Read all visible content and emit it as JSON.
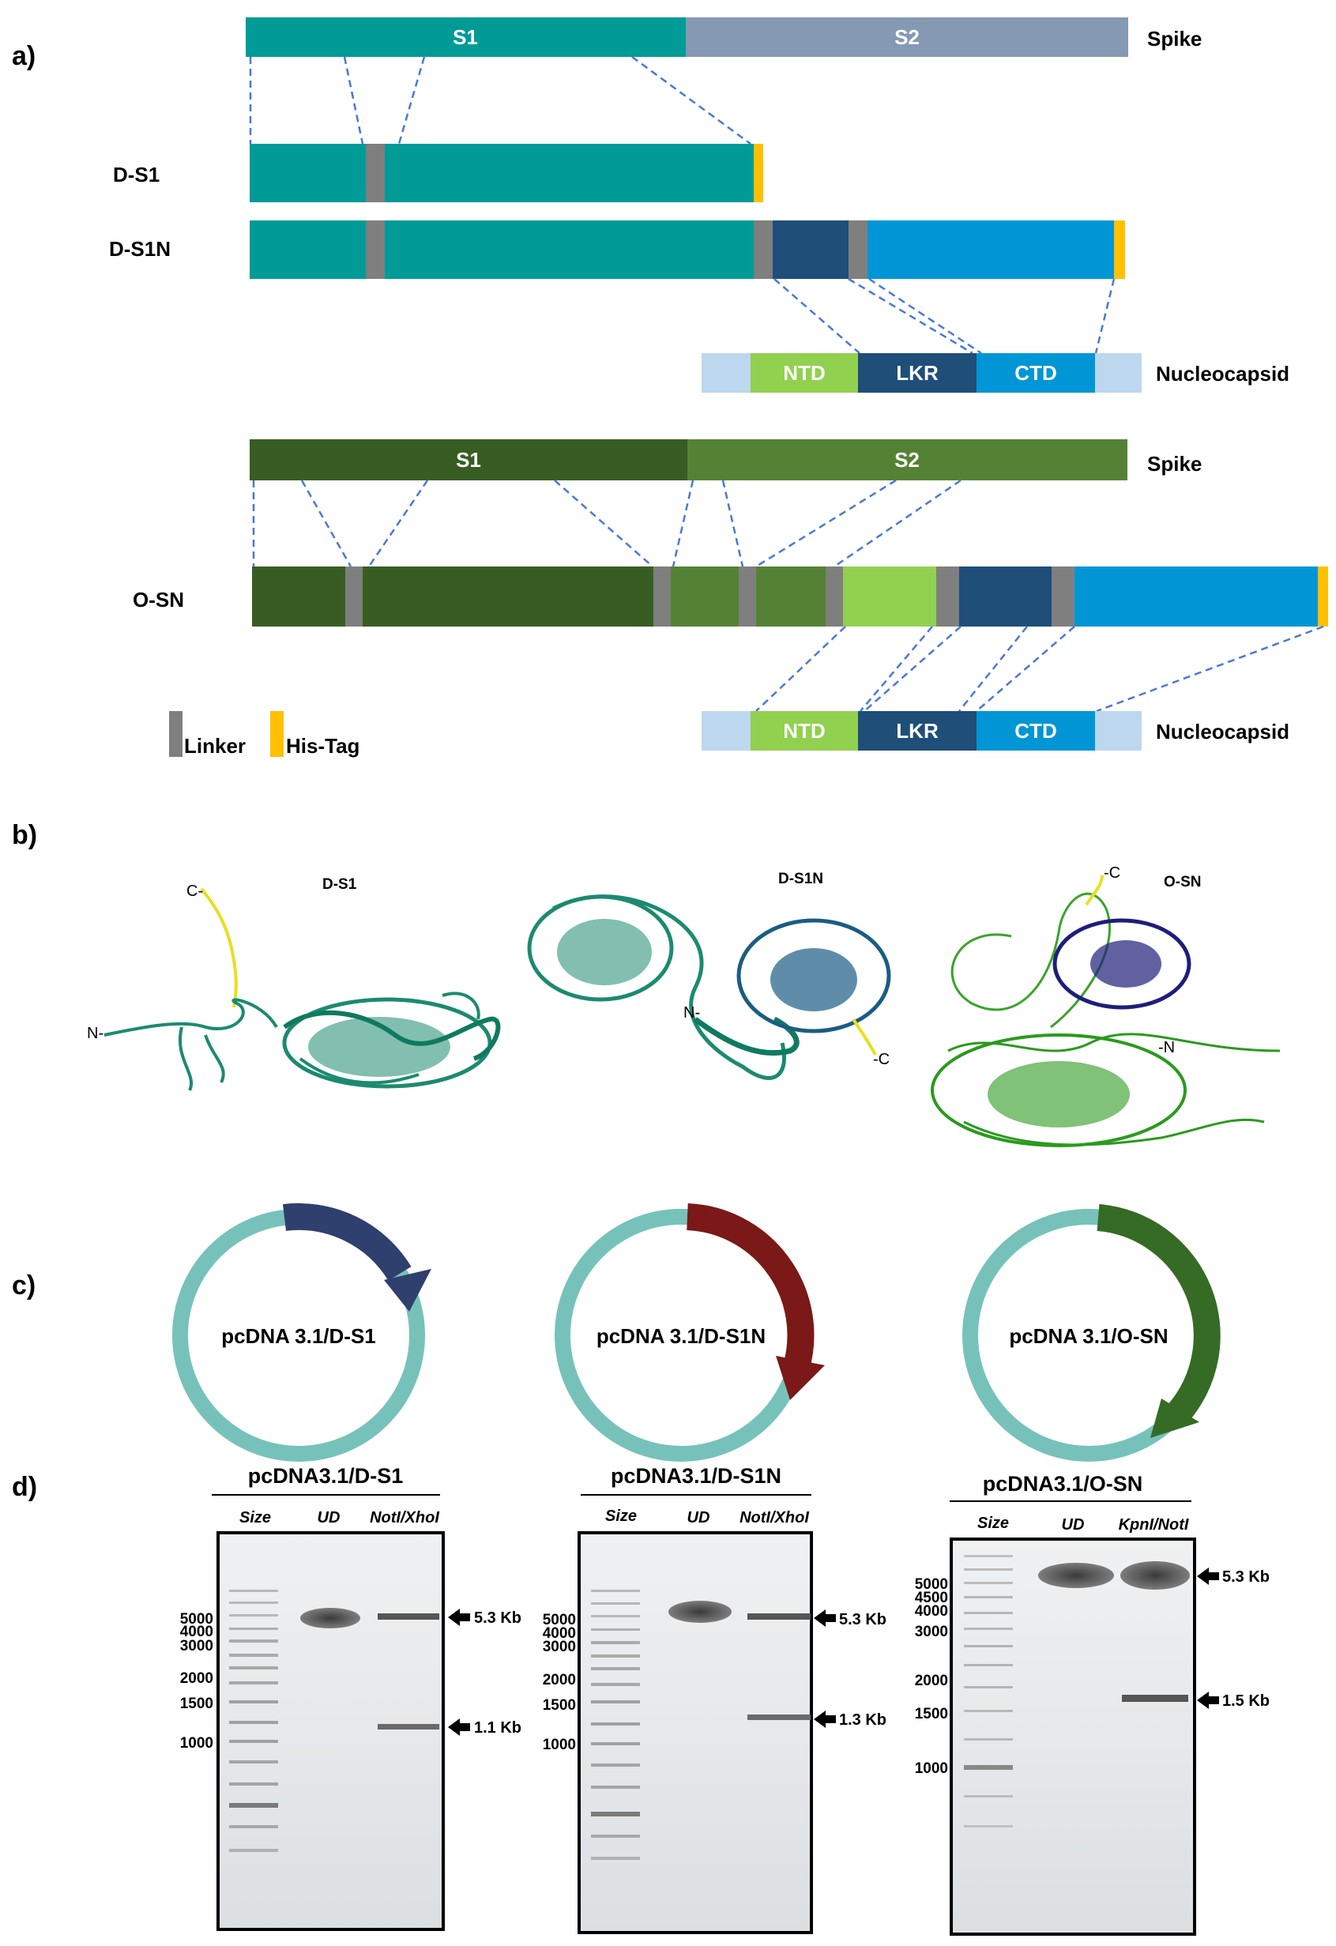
{
  "colors": {
    "d_s1": "#009b96",
    "d_s2": "#8599b3",
    "o_s1": "#385d23",
    "o_s2": "#548235",
    "linker": "#7f7f7f",
    "his": "#ffc000",
    "ntd": "#92d050",
    "lkr": "#1f4e79",
    "ctd": "#0096d6",
    "nucleo_bg": "#bdd7ee",
    "dash": "#4a78d6",
    "plasmid_ring": "#76c2bb",
    "insert_ds1": "#2f3f6e",
    "insert_ds1n": "#7b1818",
    "insert_osn": "#356b25",
    "gel_bg": "#e6e8ea"
  },
  "panel_a": {
    "label": "a)",
    "spike_label": "Spike",
    "s1_label": "S1",
    "s2_label": "S2",
    "d_s1_label": "D-S1",
    "d_s1n_label": "D-S1N",
    "o_sn_label": "O-SN",
    "nucleocapsid_label": "Nucleocapsid",
    "ntd_label": "NTD",
    "lkr_label": "LKR",
    "ctd_label": "CTD",
    "legend": {
      "linker": "Linker",
      "his_tag": "His-Tag"
    }
  },
  "panel_b": {
    "label": "b)",
    "structures": [
      {
        "title": "D-S1",
        "n_term": "N-",
        "c_term": "C-"
      },
      {
        "title": "D-S1N",
        "n_term": "N-",
        "c_term": "-C"
      },
      {
        "title": "O-SN",
        "n_term": "-N",
        "c_term": "-C"
      }
    ]
  },
  "panel_c": {
    "label": "c)",
    "plasmids": [
      "pcDNA 3.1/D-S1",
      "pcDNA 3.1/D-S1N",
      "pcDNA 3.1/O-SN"
    ]
  },
  "panel_d": {
    "label": "d)",
    "gels": [
      {
        "title": "pcDNA3.1/D-S1",
        "columns": [
          "Size",
          "UD",
          "NotI/XhoI"
        ],
        "markers": [
          "5000",
          "4000",
          "3000",
          "2000",
          "1500",
          "1000"
        ],
        "bands": [
          "5.3 Kb",
          "1.1 Kb"
        ]
      },
      {
        "title": "pcDNA3.1/D-S1N",
        "columns": [
          "Size",
          "UD",
          "NotI/XhoI"
        ],
        "markers": [
          "5000",
          "4000",
          "3000",
          "2000",
          "1500",
          "1000"
        ],
        "bands": [
          "5.3 Kb",
          "1.3 Kb"
        ]
      },
      {
        "title": "pcDNA3.1/O-SN",
        "columns": [
          "Size",
          "UD",
          "KpnI/NotI"
        ],
        "markers": [
          "5000",
          "4500",
          "4000",
          "3000",
          "2000",
          "1500",
          "1000"
        ],
        "bands": [
          "5.3 Kb",
          "1.5 Kb"
        ]
      }
    ]
  }
}
